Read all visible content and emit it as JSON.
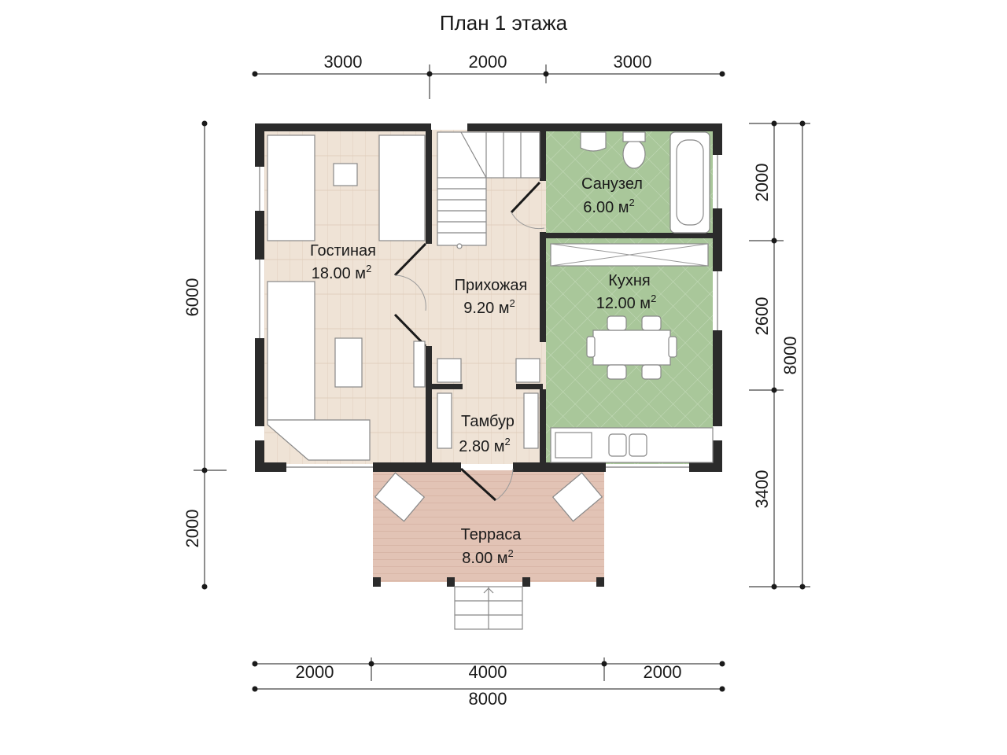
{
  "title": "План 1 этажа",
  "dimensions": {
    "top": [
      "3000",
      "2000",
      "3000"
    ],
    "bottom": [
      "2000",
      "4000",
      "2000"
    ],
    "bottom_total": "8000",
    "left_upper": "6000",
    "left_lower": "2000",
    "right_inner": [
      "2000",
      "2600",
      "3400"
    ],
    "right_total": "8000"
  },
  "rooms": {
    "living": {
      "name": "Гостиная",
      "area": "18.00 м",
      "unit_exp": "2"
    },
    "hall": {
      "name": "Прихожая",
      "area": "9.20 м",
      "unit_exp": "2"
    },
    "bath": {
      "name": "Санузел",
      "area": "6.00 м",
      "unit_exp": "2"
    },
    "kitchen": {
      "name": "Кухня",
      "area": "12.00 м",
      "unit_exp": "2"
    },
    "vestibule": {
      "name": "Тамбур",
      "area": "2.80 м",
      "unit_exp": "2"
    },
    "terrace": {
      "name": "Терраса",
      "area": "8.00 м",
      "unit_exp": "2"
    }
  },
  "colors": {
    "wood_floor": "#efe3d6",
    "tile_green": "#a9c79a",
    "terrace": "#e2c3b5",
    "wall": "#2b2b2b"
  }
}
